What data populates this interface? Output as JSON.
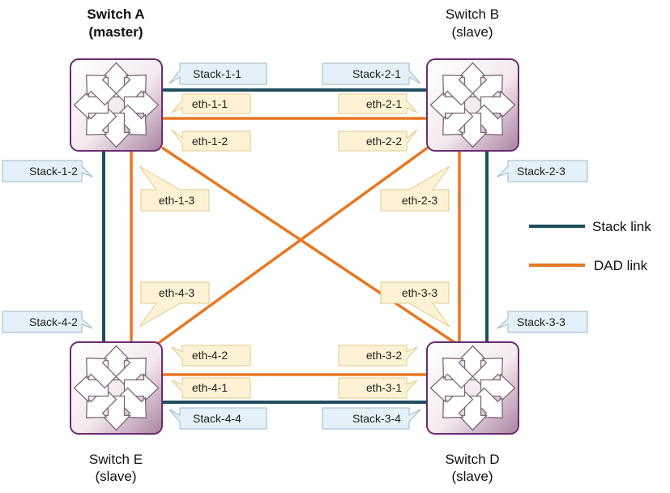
{
  "switches": {
    "a": {
      "name": "Switch A",
      "role": "(master)"
    },
    "b": {
      "name": "Switch B",
      "role": "(slave)"
    },
    "e": {
      "name": "Switch E",
      "role": "(slave)"
    },
    "d": {
      "name": "Switch D",
      "role": "(slave)"
    }
  },
  "ports": {
    "stack_1_1": "Stack-1-1",
    "stack_2_1": "Stack-2-1",
    "eth_1_1": "eth-1-1",
    "eth_2_1": "eth-2-1",
    "eth_1_2": "eth-1-2",
    "eth_2_2": "eth-2-2",
    "stack_1_2": "Stack-1-2",
    "stack_2_3": "Stack-2-3",
    "eth_1_3": "eth-1-3",
    "eth_2_3": "eth-2-3",
    "eth_4_3": "eth-4-3",
    "eth_3_3": "eth-3-3",
    "stack_4_2": "Stack-4-2",
    "stack_3_3": "Stack-3-3",
    "eth_4_2": "eth-4-2",
    "eth_3_2": "eth-3-2",
    "eth_4_1": "eth-4-1",
    "eth_3_1": "eth-3-1",
    "stack_4_4": "Stack-4-4",
    "stack_3_4": "Stack-3-4"
  },
  "legend": {
    "stack_label": "Stack link",
    "dad_label": "DAD link"
  },
  "colors": {
    "stack_link": "#1f4e5f",
    "dad_link": "#e87722",
    "stack_callout_fill": "#e4f1f8",
    "dad_callout_fill": "#fdf3d4",
    "switch_border": "#6b2c6f"
  },
  "icons": {
    "switch": "switch-arrows-icon"
  }
}
